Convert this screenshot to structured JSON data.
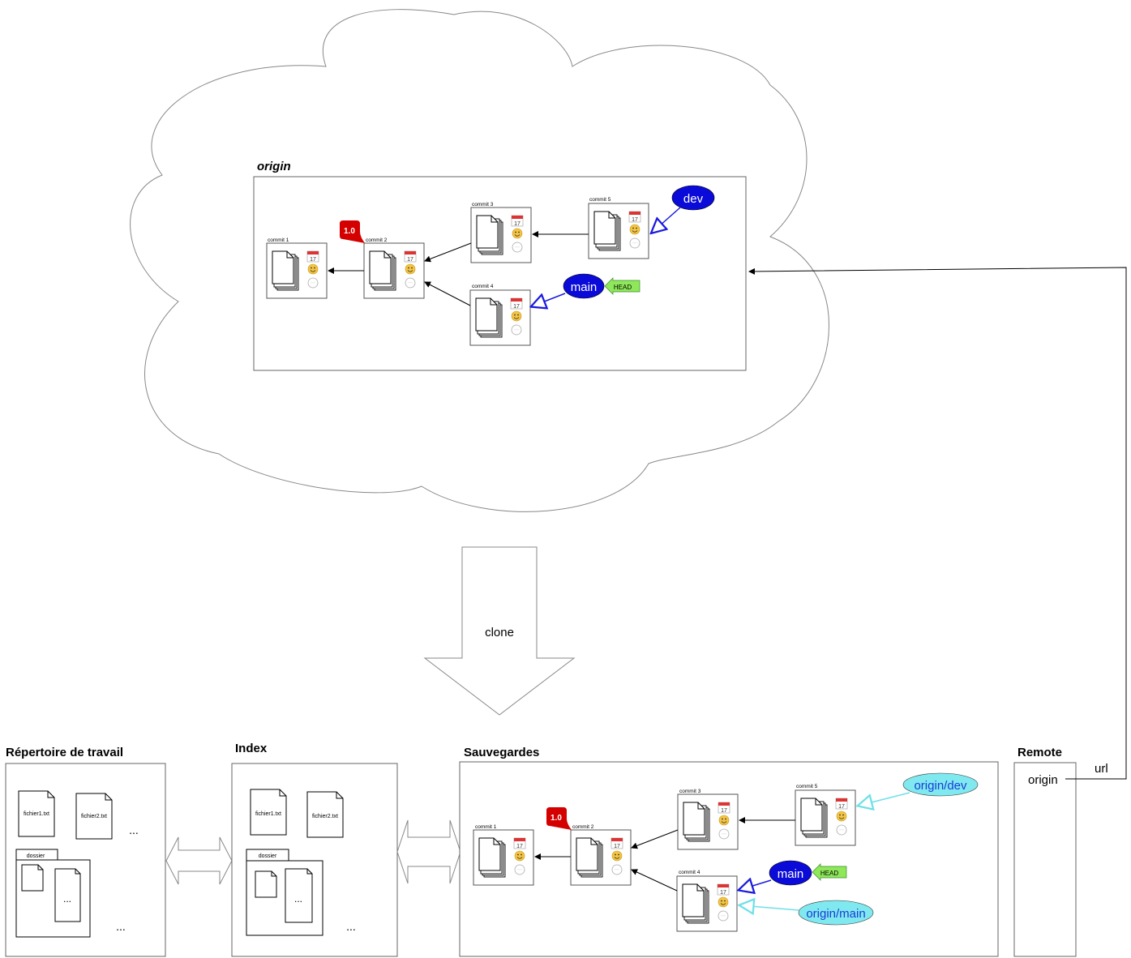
{
  "remote_section": {
    "title": "origin",
    "commits": [
      "commit 1",
      "commit 2",
      "commit 3",
      "commit 4",
      "commit 5"
    ],
    "tag": "1.0",
    "branches": {
      "dev": "dev",
      "main": "main"
    },
    "head": "HEAD"
  },
  "clone_arrow": {
    "label": "clone"
  },
  "working_dir": {
    "title": "Répertoire de travail",
    "files": [
      "fichier1.txt",
      "fichier2.txt"
    ],
    "folder": "dossier",
    "ellipsis": "..."
  },
  "index": {
    "title": "Index",
    "files": [
      "fichier1.txt",
      "fichier2.txt"
    ],
    "folder": "dossier",
    "ellipsis": "..."
  },
  "saves": {
    "title": "Sauvegardes",
    "commits": [
      "commit 1",
      "commit 2",
      "commit 3",
      "commit 4",
      "commit 5"
    ],
    "tag": "1.0",
    "branches": {
      "main": "main",
      "origin_dev": "origin/dev",
      "origin_main": "origin/main"
    },
    "head": "HEAD"
  },
  "remote_panel": {
    "title": "Remote",
    "entry": "origin",
    "url_label": "url"
  },
  "colors": {
    "branch_blue": "#0a0ad9",
    "remote_branch_cyan": "#7fe9ef",
    "tag_red": "#d40000",
    "head_green": "#8ee85a"
  }
}
